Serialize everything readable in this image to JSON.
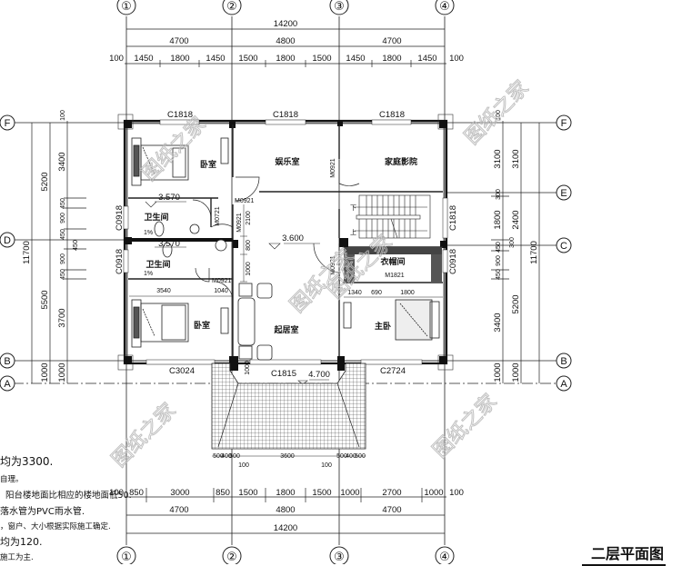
{
  "drawing": {
    "title": "二层平面图",
    "axes_columns": [
      "①",
      "②",
      "③",
      "④"
    ],
    "axes_rows_left": [
      "F",
      "D",
      "B",
      "A"
    ],
    "axes_rows_right": [
      "F",
      "E",
      "C",
      "B",
      "A"
    ],
    "top_dims": {
      "total": "14200",
      "bays": [
        "4700",
        "4800",
        "4700"
      ],
      "segments": [
        "100",
        "1450",
        "1800",
        "1450",
        "1500",
        "1800",
        "1500",
        "1450",
        "1800",
        "1450",
        "100"
      ]
    },
    "bottom_dims": {
      "segments": [
        "100",
        "850",
        "3000",
        "850",
        "1500",
        "1800",
        "1500",
        "1000",
        "2700",
        "1000",
        "100"
      ],
      "bays": [
        "4700",
        "4800",
        "4700"
      ],
      "total": "14200"
    },
    "left_dims": {
      "total": "11700",
      "outer": [
        "5200",
        "5500",
        "1000"
      ],
      "inner": [
        "100",
        "3400",
        "450",
        "900",
        "450",
        "450",
        "900",
        "450",
        "3700",
        "1000"
      ]
    },
    "right_dims": {
      "total": "11700",
      "mid": [
        "3100",
        "2400",
        "5200",
        "1000"
      ],
      "inner": [
        "100",
        "3100",
        "300",
        "1800",
        "300",
        "450",
        "900",
        "450",
        "3400",
        "1000"
      ]
    },
    "rooms": {
      "bedroom_nw": "卧室",
      "recreation": "娱乐室",
      "home_theater": "家庭影院",
      "bath_upper": "卫生间",
      "bath_lower": "卫生间",
      "bedroom_sw": "卧室",
      "living": "起居室",
      "cloakroom": "衣帽间",
      "master_bedroom": "主卧"
    },
    "windows": {
      "top": [
        "C1818",
        "C1818",
        "C1818"
      ],
      "left": [
        "C0918",
        "C0918"
      ],
      "right": [
        "C1818",
        "C0918"
      ],
      "bottom": [
        "C3024",
        "C1815",
        "C2724"
      ]
    },
    "doors": [
      "M0921",
      "M0721",
      "M0921",
      "M0921",
      "M0921",
      "M0921",
      "M1821"
    ],
    "door_dims": [
      "2100",
      "800",
      "1000",
      "3540",
      "1040",
      "1340",
      "690",
      "1800",
      "1000"
    ],
    "elevations": [
      "3.570",
      "3.570",
      "3.600",
      "4.700"
    ],
    "slope_marks": [
      "1%",
      "1%"
    ],
    "balcony_dims": [
      "500",
      "400",
      "500",
      "3600",
      "500",
      "400",
      "500",
      "100",
      "100"
    ],
    "stair_labels": [
      "下",
      "上"
    ],
    "watermark": "图纸之家",
    "notes": [
      "均为3300.",
      "自理。",
      "阳台楼地面比相应的楼地面低50.",
      "落水管为PVC雨水管.",
      "，窗户、大小根据实际施工确定.",
      "均为120.",
      "施工为主."
    ]
  }
}
